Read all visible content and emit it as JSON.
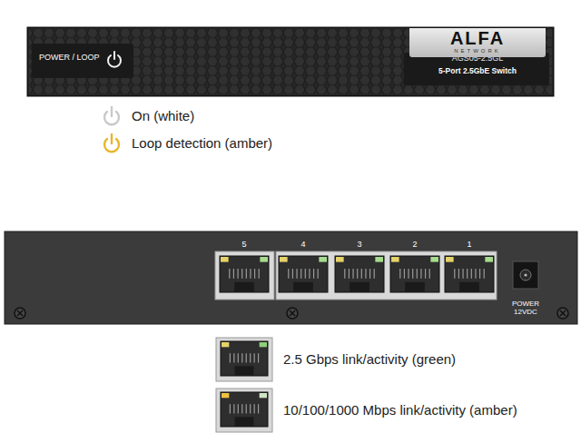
{
  "diagram": {
    "nodes": [
      {
        "text": [
          "POWER / LOOP",
          "AGS05-2.5GL",
          "5-Port 2.5GbE Switch"
        ]
      },
      {
        "text": [
          "ALFA",
          "NETWORK"
        ],
        "in": 0
      },
      {
        "text": [
          "5",
          "4",
          "3",
          "2",
          "1",
          "POWER 12VDC"
        ]
      }
    ],
    "legend": [
      {
        "text": "On (white)"
      },
      {
        "text": "Loop detection (amber)"
      },
      {
        "text": "2.5 Gbps link/activity (green)"
      },
      {
        "text": "10/100/1000 Mbps link/activity (amber)"
      }
    ]
  }
}
